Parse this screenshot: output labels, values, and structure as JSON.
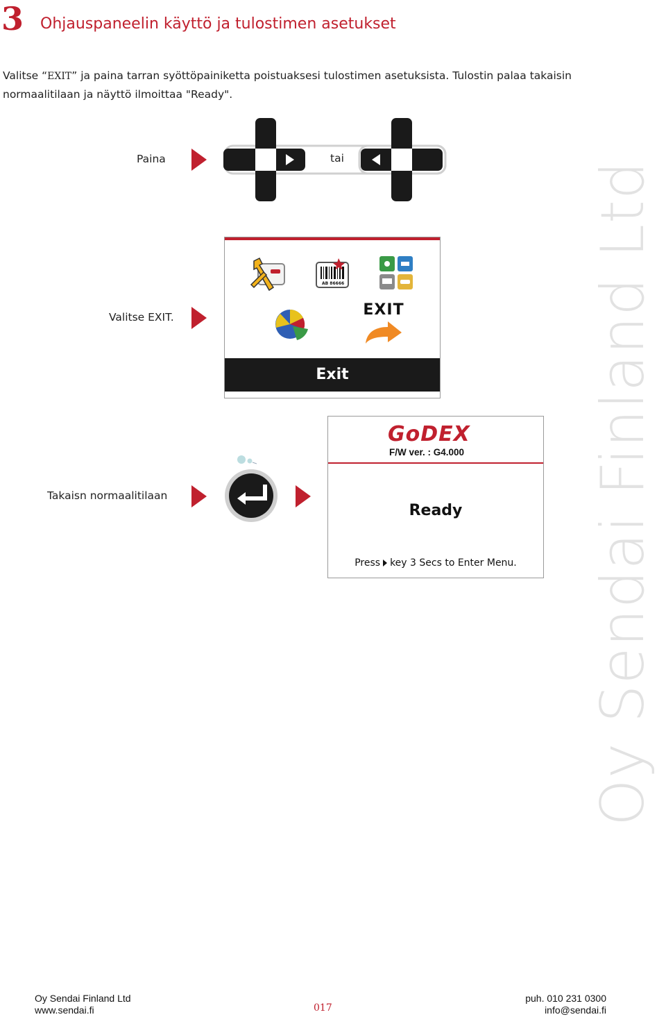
{
  "chapter": {
    "number": "3",
    "title": "Ohjauspaneelin käyttö ja tulostimen asetukset"
  },
  "intro": {
    "part1": "Valitse “",
    "exit_word": "EXIT",
    "part2": "” ja paina tarran syöttöpainiketta poistuaksesi tulostimen asetuksista. Tulostin palaa takaisin normaalitilaan ja näyttö ilmoittaa \"Ready\"."
  },
  "steps": {
    "press_label": "Paina",
    "or_label": "tai",
    "select_label": "Valitse EXIT.",
    "return_label": "Takaisn normaalitilaan"
  },
  "menu_screen": {
    "exit_icon_label": "EXIT",
    "barcode_text": "AB 86666",
    "selected_bar": "Exit",
    "icons": [
      "setup-tools-icon",
      "barcode-label-icon",
      "interface-grid-icon",
      "pie-chart-icon",
      "exit-arrow-icon"
    ]
  },
  "ready_screen": {
    "logo": "GoDEX",
    "firmware": "F/W ver. : G4.000",
    "status": "Ready",
    "hint_before": "Press",
    "hint_after": "key 3 Secs to Enter Menu."
  },
  "watermark": "Oy Sendai Finland Ltd",
  "footer": {
    "company": "Oy Sendai Finland Ltd",
    "website": "www.sendai.fi",
    "page": "017",
    "phone": "puh. 010 231 0300",
    "email": "info@sendai.fi"
  },
  "colors": {
    "accent": "#c0202e",
    "dark": "#1a1a1a"
  }
}
